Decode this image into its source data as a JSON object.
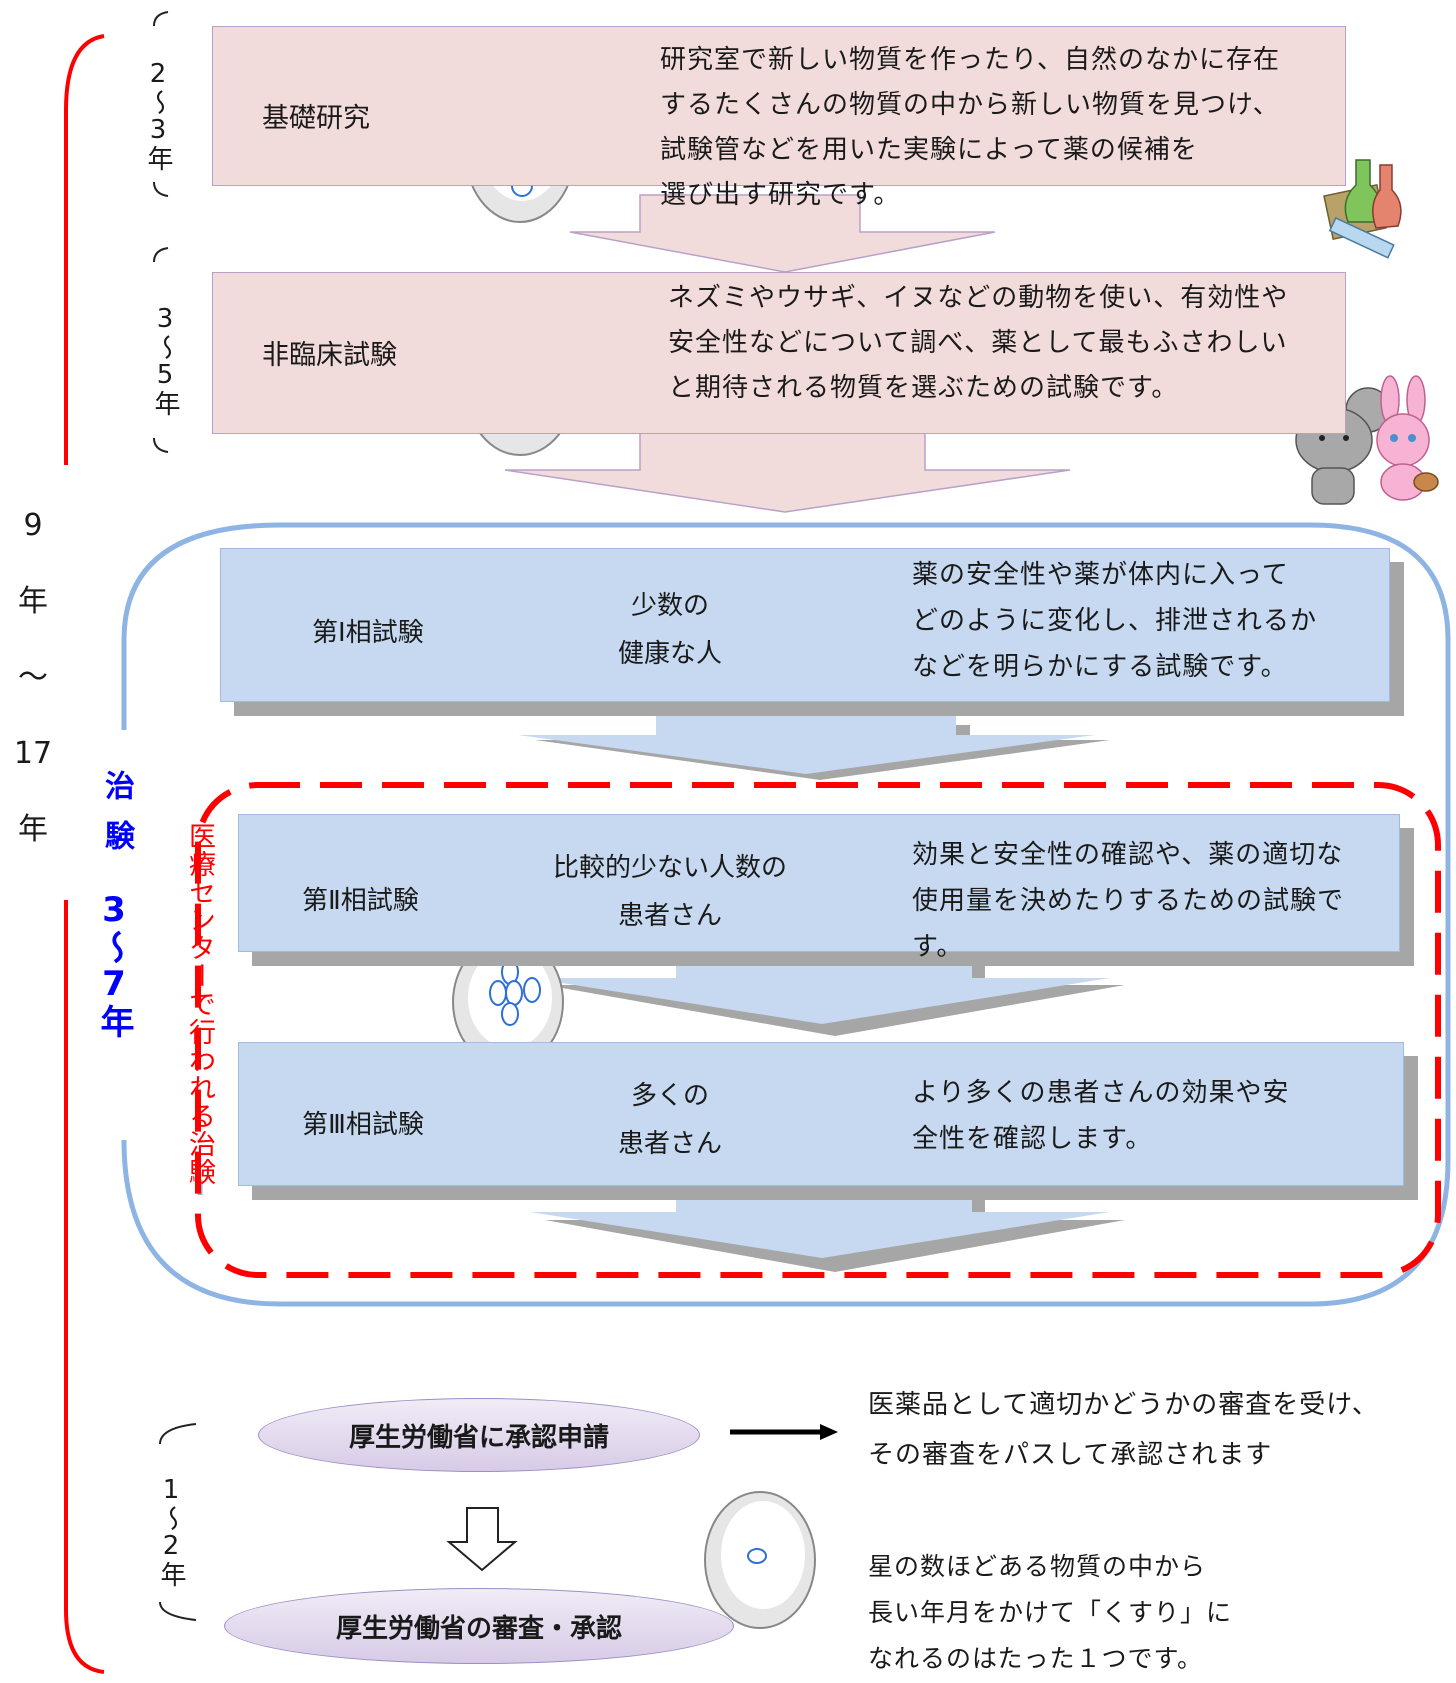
{
  "stages": [
    {
      "label": "基礎研究",
      "years": "2〜3年",
      "desc": [
        "研究室で新しい物質を作ったり、自然のなかに存在",
        "するたくさんの物質の中から新しい物質を見つけ、",
        "試験管などを用いた実験によって薬の候補を",
        "選び出す研究です。"
      ]
    },
    {
      "label": "非臨床試験",
      "years": "3〜5年",
      "desc": [
        "ネズミやウサギ、イヌなどの動物を使い、有効性や",
        "安全性などについて調べ、薬として最もふさわしい",
        "と期待される物質を選ぶための試験です。"
      ]
    }
  ],
  "total": {
    "chars": [
      "9",
      "年",
      "〜",
      "17",
      "年"
    ]
  },
  "trial": {
    "label": "治験",
    "duration": "3〜7年",
    "center_label": "医療センターで行われる治験",
    "phases": [
      {
        "label": "第Ⅰ相試験",
        "who": [
          "少数の",
          "健康な人"
        ],
        "desc": [
          "薬の安全性や薬が体内に入って",
          "どのように変化し、排泄されるか",
          "などを明らかにする試験です。"
        ]
      },
      {
        "label": "第Ⅱ相試験",
        "who": [
          "比較的少ない人数の",
          "患者さん"
        ],
        "desc": [
          "効果と安全性の確認や、薬の適切な",
          "使用量を決めたりするための試験で",
          "す。"
        ]
      },
      {
        "label": "第Ⅲ相試験",
        "who": [
          "多くの",
          "患者さん"
        ],
        "desc": [
          "より多くの患者さんの効果や安",
          "全性を確認します。"
        ]
      }
    ]
  },
  "approval": {
    "years": "1〜2年",
    "apply": "厚生労働省に承認申請",
    "review": "厚生労働省の審査・承認",
    "apply_note": [
      "医薬品として適切かどうかの審査を受け、",
      "その審査をパスして承認されます"
    ],
    "closing": [
      "星の数ほどある物質の中から",
      "長い年月をかけて「くすり」に",
      "なれるのはたった１つです。"
    ]
  },
  "colors": {
    "pink_box": "#f2dcdb",
    "blue_box": "#c6d9f0",
    "red": "#ff0000",
    "blue_text": "#0000ff",
    "frame_blue": "#8eb4e3"
  }
}
